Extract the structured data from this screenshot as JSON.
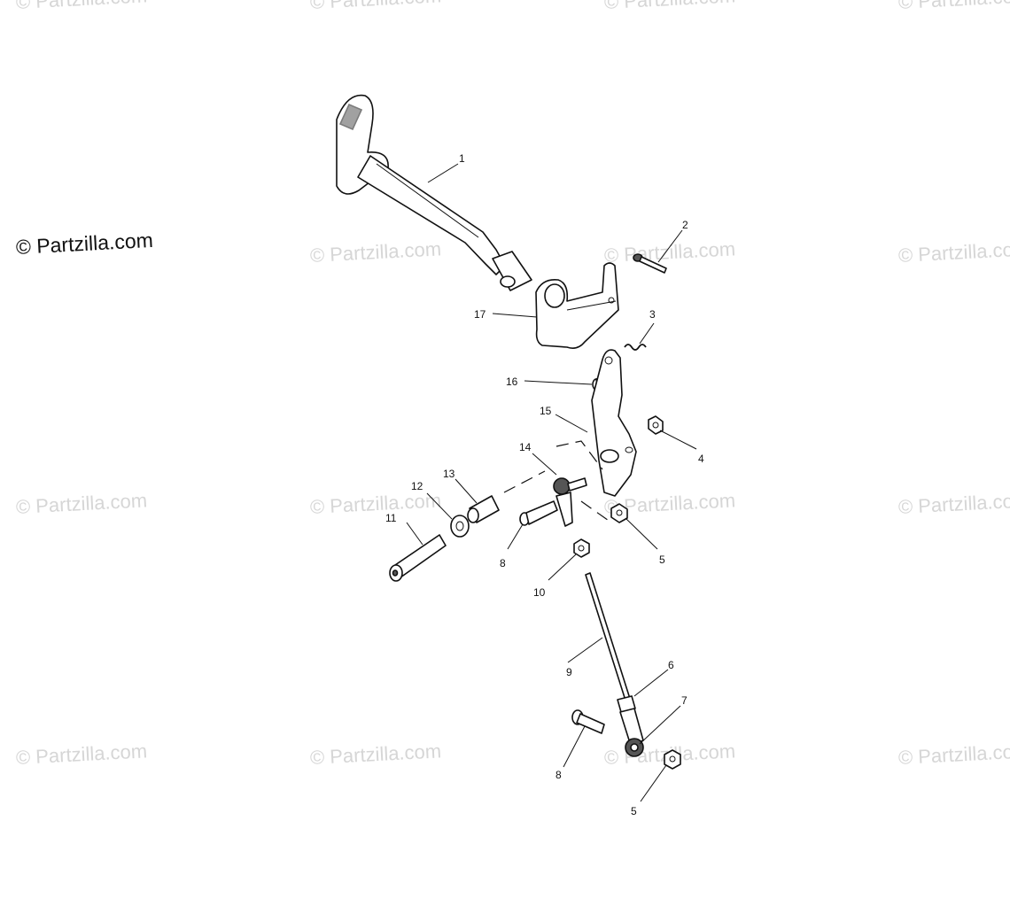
{
  "watermark_text": "© Partzilla.com",
  "copyright_text": "© Partzilla.com",
  "callouts": [
    {
      "id": "c1",
      "label": "1"
    },
    {
      "id": "c2",
      "label": "2"
    },
    {
      "id": "c3",
      "label": "3"
    },
    {
      "id": "c4",
      "label": "4"
    },
    {
      "id": "c5a",
      "label": "5"
    },
    {
      "id": "c5b",
      "label": "5"
    },
    {
      "id": "c6",
      "label": "6"
    },
    {
      "id": "c7",
      "label": "7"
    },
    {
      "id": "c8a",
      "label": "8"
    },
    {
      "id": "c8b",
      "label": "8"
    },
    {
      "id": "c9",
      "label": "9"
    },
    {
      "id": "c10",
      "label": "10"
    },
    {
      "id": "c11",
      "label": "11"
    },
    {
      "id": "c12",
      "label": "12"
    },
    {
      "id": "c13",
      "label": "13"
    },
    {
      "id": "c14",
      "label": "14"
    },
    {
      "id": "c15",
      "label": "15"
    },
    {
      "id": "c16",
      "label": "16"
    },
    {
      "id": "c17",
      "label": "17"
    }
  ]
}
